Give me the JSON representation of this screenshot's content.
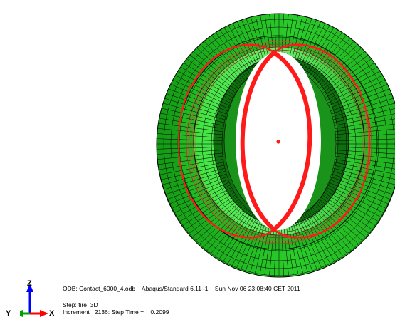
{
  "viewport": {
    "background_color": "#ffffff",
    "model": {
      "name": "tire-mesh",
      "tire_color": "#2bcc2b",
      "tire_light_color": "#5ff25f",
      "tire_dark_color": "#0b5a0b",
      "mesh_line_color": "#000000",
      "contact_color": "#ff1a1a"
    }
  },
  "triad": {
    "z_label": "Z",
    "y_label": "Y",
    "x_label": "X",
    "z_color": "#0000ff",
    "y_color": "#00a000",
    "x_color": "#ff0000"
  },
  "info": {
    "odb_line": "ODB: Contact_6000_4.odb    Abaqus/Standard 6.11–1    Sun Nov 06 23:08:40 CET 2011",
    "step_line": "Step: tire_3D",
    "increment_line": "Increment   2136: Step Time =    0.2099"
  }
}
